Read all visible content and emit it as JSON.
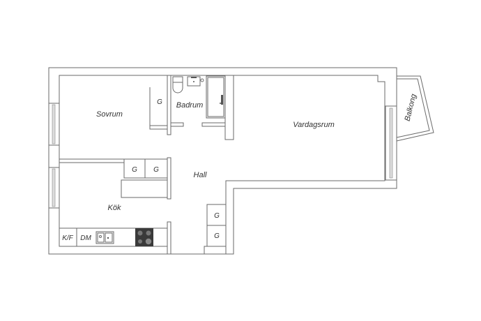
{
  "rooms": {
    "sovrum": "Sovrum",
    "badrum": "Badrum",
    "vardagsrum": "Vardagsrum",
    "balkong": "Balkong",
    "hall": "Hall",
    "kok": "Kök"
  },
  "closets": {
    "sovrum": "G",
    "kitchen_1": "G",
    "kitchen_2": "G",
    "hall_1": "G",
    "hall_2": "G"
  },
  "appliances": {
    "fridge_freezer": "K/F",
    "dishwasher": "DM"
  },
  "colors": {
    "wall": "#6a6a6a",
    "stove": "#3a3a3a"
  }
}
